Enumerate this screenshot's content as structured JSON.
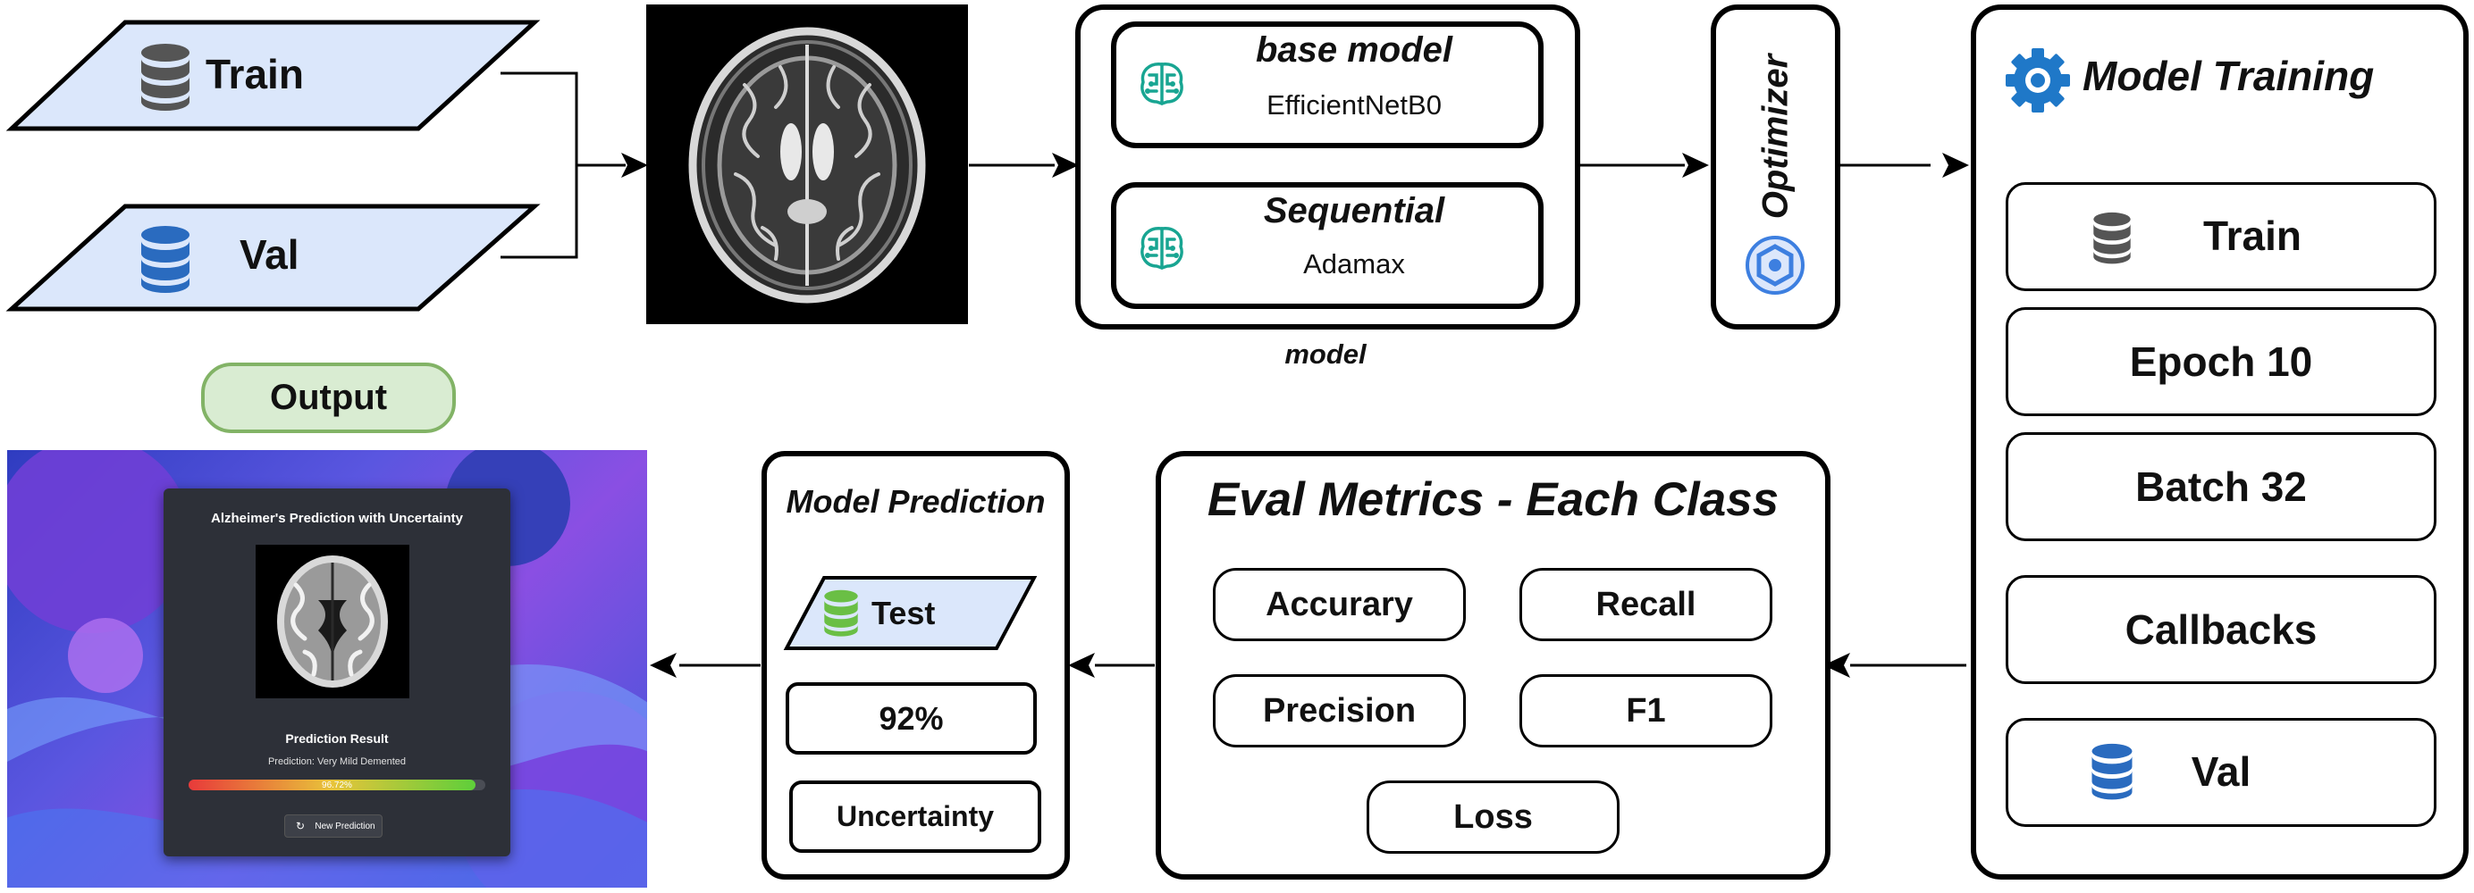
{
  "colors": {
    "parallelogram_fill": "#dbe7fb",
    "db_gray": "#555555",
    "db_blue": "#2a6bbf",
    "db_green": "#6abf45",
    "ai_icon": "#18a592",
    "gear": "#1f78c8",
    "output_fill": "#d9ecd2",
    "output_border": "#82b366",
    "mri_bg": "#000000",
    "app_bg_blue": "#4a4fd0",
    "progress_start": "#e83a3a",
    "progress_end": "#5ecf3a"
  },
  "inputs": {
    "train_label": "Train",
    "val_label": "Val"
  },
  "model": {
    "caption": "model",
    "base_title": "base model",
    "base_sub": "EfficientNetB0",
    "seq_title": "Sequential",
    "seq_sub": "Adamax"
  },
  "optimizer": {
    "label": "Optimizer"
  },
  "training": {
    "title": "Model Training",
    "items": [
      "Train",
      "Epoch 10",
      "Batch 32",
      "Callbacks",
      "Val"
    ]
  },
  "eval": {
    "title": "Eval Metrics - Each Class",
    "metrics": [
      "Accurary",
      "Recall",
      "Precision",
      "F1",
      "Loss"
    ]
  },
  "prediction": {
    "title": "Model Prediction",
    "test_label": "Test",
    "accuracy": "92%",
    "uncertainty": "Uncertainty"
  },
  "output": {
    "label": "Output",
    "app_title": "Alzheimer's Prediction with Uncertainty",
    "result_heading": "Prediction Result",
    "result_text": "Prediction: Very Mild Demented",
    "confidence_text": "96.72%",
    "confidence_value": 96.72,
    "button_label": "New Prediction"
  }
}
